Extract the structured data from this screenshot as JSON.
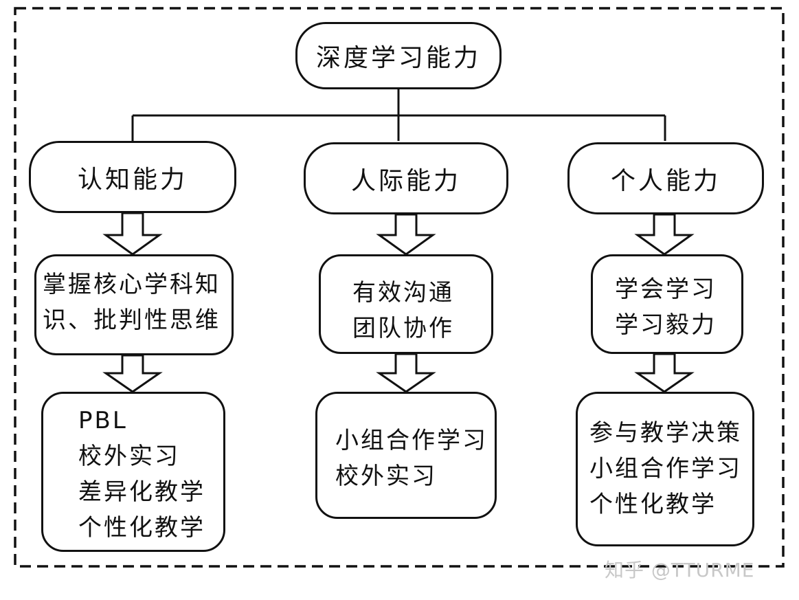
{
  "root": {
    "label": "深度学习能力"
  },
  "branches": [
    {
      "ability": "认知能力",
      "goals": [
        "掌握核心学科知",
        "识、批判性思维"
      ],
      "methods": [
        "PBL",
        "校外实习",
        "差异化教学",
        "个性化教学"
      ]
    },
    {
      "ability": "人际能力",
      "goals": [
        "有效沟通",
        "团队协作"
      ],
      "methods": [
        "小组合作学习",
        "校外实习"
      ]
    },
    {
      "ability": "个人能力",
      "goals": [
        "学会学习",
        "学习毅力"
      ],
      "methods": [
        "参与教学决策",
        "小组合作学习",
        "个性化教学"
      ]
    }
  ],
  "watermark": "知乎 @TTURME"
}
